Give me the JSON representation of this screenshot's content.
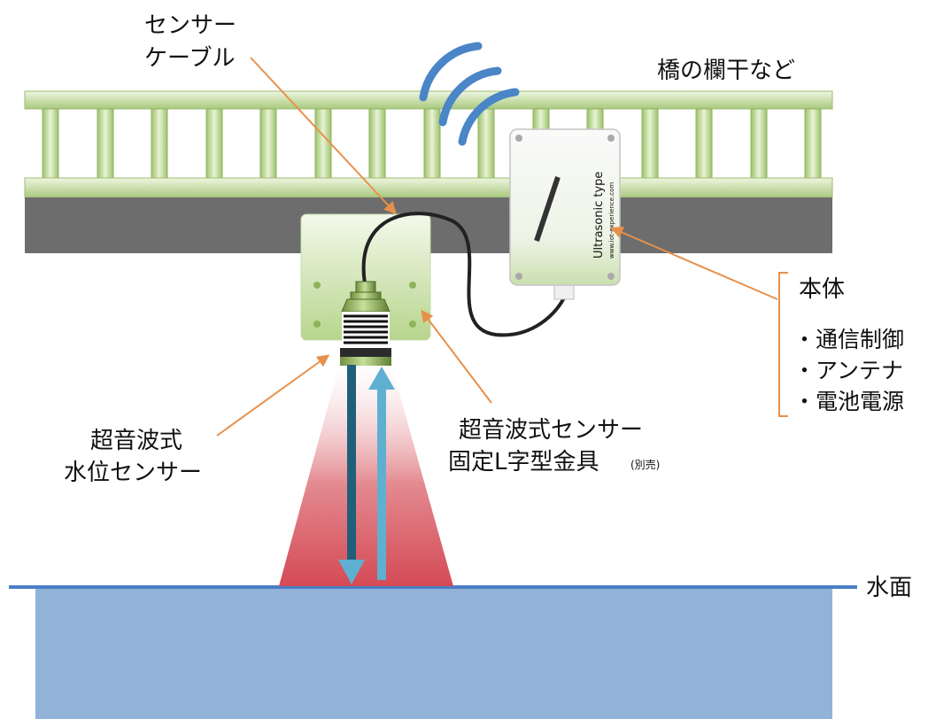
{
  "labels": {
    "sensor_cable_line1": "センサー",
    "sensor_cable_line2": "ケーブル",
    "railing": "橋の欄干など",
    "body_title": "本体",
    "body_item1": "・通信制御",
    "body_item2": "・アンテナ",
    "body_item3": "・電池電源",
    "bracket_line1": "超音波式センサー",
    "bracket_line2": "固定L字型金具",
    "bracket_note": "(別売)",
    "sensor_line1": "超音波式",
    "sensor_line2": "水位センサー",
    "water_surface": "水面",
    "device_brand": "Ultrasonic type",
    "device_url": "www.iot-experience.com"
  },
  "colors": {
    "accent_orange": "#e8904a",
    "rail_green": "#b9d690",
    "bridge_gray": "#6d6d6d",
    "water_blue": "#93b2d8",
    "water_line": "#4a7fc4",
    "beam_red": "#d9545e",
    "arrow_down": "#5fb0d0",
    "arrow_up": "#1f5f7a",
    "signal_blue": "#4a85c8"
  },
  "icons": {
    "signal": "wireless-signal-icon",
    "sensor": "ultrasonic-sensor-icon",
    "device": "device-box-icon"
  }
}
